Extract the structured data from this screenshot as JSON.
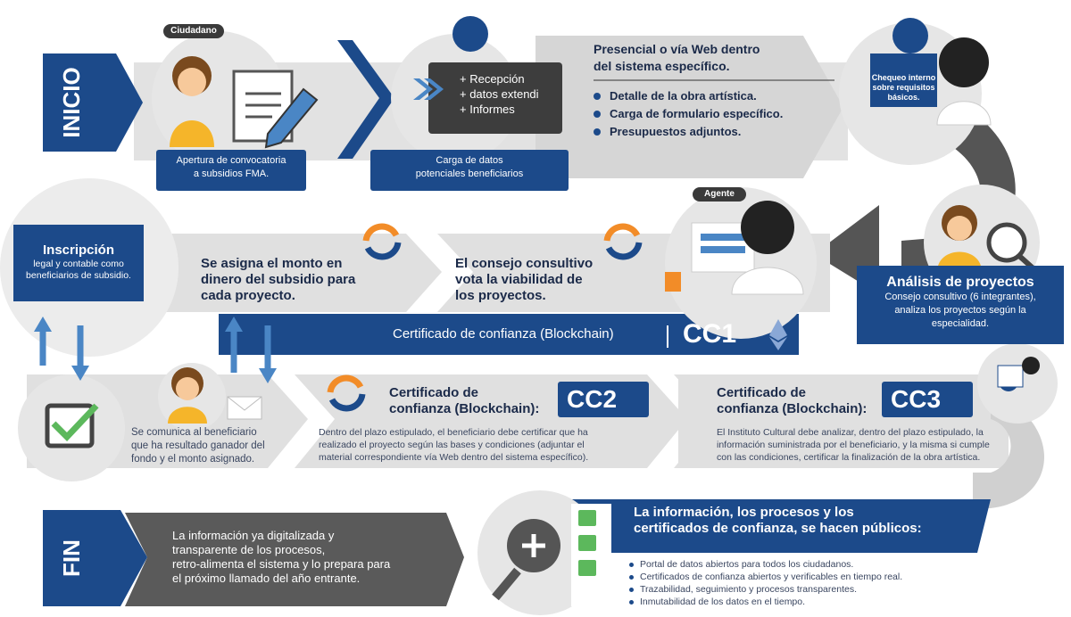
{
  "inicio": "INICIO",
  "fin": "FIN",
  "ciudadano_label": "Ciudadano",
  "agente_label": "Agente",
  "step1": {
    "line1": "Apertura de convocatoria",
    "line2": "a subsidios FMA."
  },
  "step2": {
    "screen": [
      "+ Recepción",
      "+ datos extendi",
      "+ Informes"
    ],
    "line1": "Carga de datos",
    "line2": "potenciales beneficiarios"
  },
  "step3": {
    "title_line1": "Presencial o vía Web dentro",
    "title_line2": "del sistema específico.",
    "bullets": [
      "Detalle de la obra artística.",
      "Carga de formulario específico.",
      "Presupuestos adjuntos."
    ]
  },
  "step4": {
    "line1": "Chequeo interno",
    "line2": "sobre requisitos",
    "line3": "básicos."
  },
  "analisis": {
    "title": "Análisis de proyectos",
    "line1": "Consejo consultivo (6 integrantes),",
    "line2": "analiza los proyectos según la",
    "line3": "especialidad."
  },
  "consejo": {
    "line1": "El consejo consultivo",
    "line2": "vota la viabilidad de",
    "line3": "los proyectos."
  },
  "monto": {
    "line1": "Se asigna el monto en",
    "line2": "dinero del subsidio para",
    "line3": "cada proyecto."
  },
  "inscripcion": {
    "title": "Inscripción",
    "line1": "legal y contable como",
    "line2": "beneficiarios de subsidio."
  },
  "cc1_banner": "Certificado de confianza (Blockchain)",
  "cc1": "CC1",
  "comunica": {
    "line1": "Se comunica al beneficiario",
    "line2": "que ha resultado ganador del",
    "line3": "fondo y el monto asignado."
  },
  "cert2": {
    "title_line1": "Certificado de",
    "title_line2": "confianza (Blockchain):",
    "code": "CC2",
    "text_line1": "Dentro del plazo estipulado, el beneficiario debe certificar que ha",
    "text_line2": "realizado el proyecto según las bases y condiciones (adjuntar el",
    "text_line3": "material correspondiente vía Web dentro del sistema específico)."
  },
  "cert3": {
    "title_line1": "Certificado de",
    "title_line2": "confianza (Blockchain):",
    "code": "CC3",
    "text_line1": "El Instituto Cultural debe analizar, dentro del plazo estipulado, la",
    "text_line2": "información suministrada por el beneficiario, y la misma si cumple",
    "text_line3": "con las condiciones, certificar la finalización de la obra artística."
  },
  "fin_text": {
    "line1": "La información ya digitalizada y",
    "line2": "transparente de los procesos,",
    "line3": "retro-alimenta el sistema y lo prepara para",
    "line4": "el próximo llamado del año entrante."
  },
  "publicos": {
    "title_line1": "La información, los procesos y los",
    "title_line2": "certificados de confianza, se hacen públicos:",
    "items": [
      "Portal de datos abiertos para todos los ciudadanos.",
      "Certificados de confianza abiertos y verificables en tiempo real.",
      "Trazabilidad, seguimiento y procesos transparentes.",
      "Inmutabilidad de los datos en el tiempo."
    ]
  },
  "colors": {
    "navy": "#1c4a8a",
    "gray": "#d9d9d9",
    "dark": "#5a5a5a",
    "orange": "#f28c28",
    "blue_arrow": "#4a86c5"
  }
}
